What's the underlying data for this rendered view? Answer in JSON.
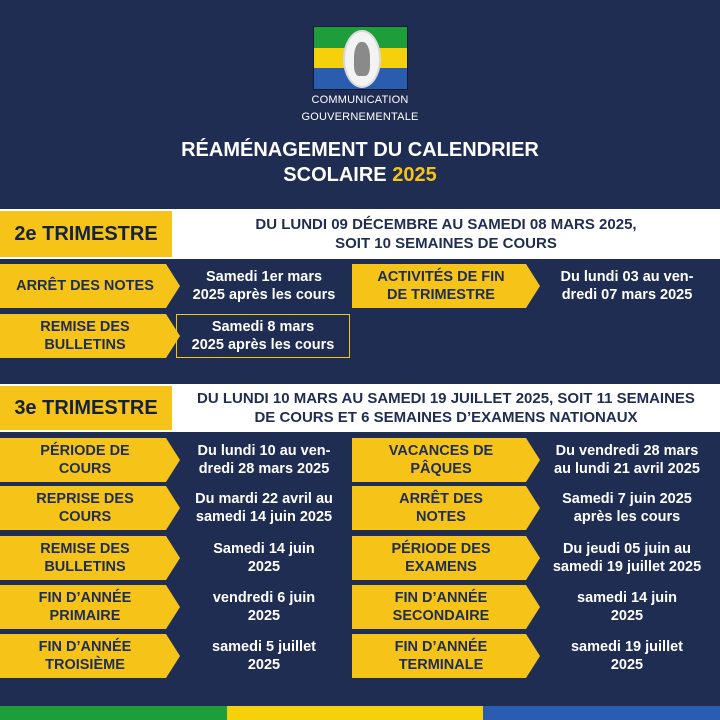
{
  "header": {
    "org_line1": "COMMUNICATION",
    "org_line2": "GOUVERNEMENTALE",
    "title_line1": "RÉAMÉNAGEMENT DU CALENDRIER",
    "title_line2": "SCOLAIRE",
    "title_year": "2025",
    "emblem": "gabon-flag-seal-icon"
  },
  "trimester2": {
    "label": "2e TRIMESTRE",
    "dates_line1": "DU LUNDI 09 DÉCEMBRE AU SAMEDI 08 MARS 2025,",
    "dates_line2": "SOIT 10 SEMAINES DE COURS",
    "items": [
      {
        "label1": "ARRÊT DES NOTES",
        "label2": "",
        "value1": "Samedi 1er mars",
        "value2": "2025 après les cours"
      },
      {
        "label1": "ACTIVITÉS DE FIN",
        "label2": "DE TRIMESTRE",
        "value1": "Du lundi 03 au ven-",
        "value2": "dredi 07 mars 2025"
      },
      {
        "label1": "REMISE DES",
        "label2": "BULLETINS",
        "value1": "Samedi 8 mars",
        "value2": "2025 après les cours"
      }
    ]
  },
  "trimester3": {
    "label": "3e TRIMESTRE",
    "dates_line1": "DU LUNDI 10 MARS AU SAMEDI 19 JUILLET 2025, SOIT 11 SEMAINES",
    "dates_line2": "DE COURS ET 6 SEMAINES D’EXAMENS NATIONAUX",
    "items": [
      {
        "label1": "PÉRIODE DE",
        "label2": "COURS",
        "value1": "Du lundi 10 au ven-",
        "value2": "dredi 28 mars 2025"
      },
      {
        "label1": "VACANCES DE",
        "label2": "PÂQUES",
        "value1": "Du vendredi 28 mars",
        "value2": "au lundi 21 avril 2025"
      },
      {
        "label1": "REPRISE DES",
        "label2": "COURS",
        "value1": "Du mardi 22 avril au",
        "value2": "samedi 14 juin 2025"
      },
      {
        "label1": "ARRÊT DES",
        "label2": "NOTES",
        "value1": "Samedi 7 juin 2025",
        "value2": "après les cours"
      },
      {
        "label1": "REMISE DES",
        "label2": "BULLETINS",
        "value1": "Samedi 14 juin",
        "value2": "2025"
      },
      {
        "label1": "PÉRIODE DES",
        "label2": "EXAMENS",
        "value1": "Du jeudi 05 juin au",
        "value2": "samedi 19 juillet 2025"
      },
      {
        "label1": "FIN D’ANNÉE",
        "label2": "PRIMAIRE",
        "value1": "vendredi 6 juin",
        "value2": "2025"
      },
      {
        "label1": "FIN D’ANNÉE",
        "label2": "SECONDAIRE",
        "value1": "samedi 14 juin",
        "value2": "2025"
      },
      {
        "label1": "FIN D’ANNÉE",
        "label2": "TROISIÈME",
        "value1": "samedi 5 juillet",
        "value2": "2025"
      },
      {
        "label1": "FIN D’ANNÉE",
        "label2": "TERMINALE",
        "value1": "samedi 19 juillet",
        "value2": "2025"
      }
    ]
  },
  "colors": {
    "background": "#1f2d52",
    "accent_yellow": "#f6c419",
    "flag_green": "#1e9e3a",
    "flag_yellow": "#f6d10b",
    "flag_blue": "#2a5db0"
  }
}
